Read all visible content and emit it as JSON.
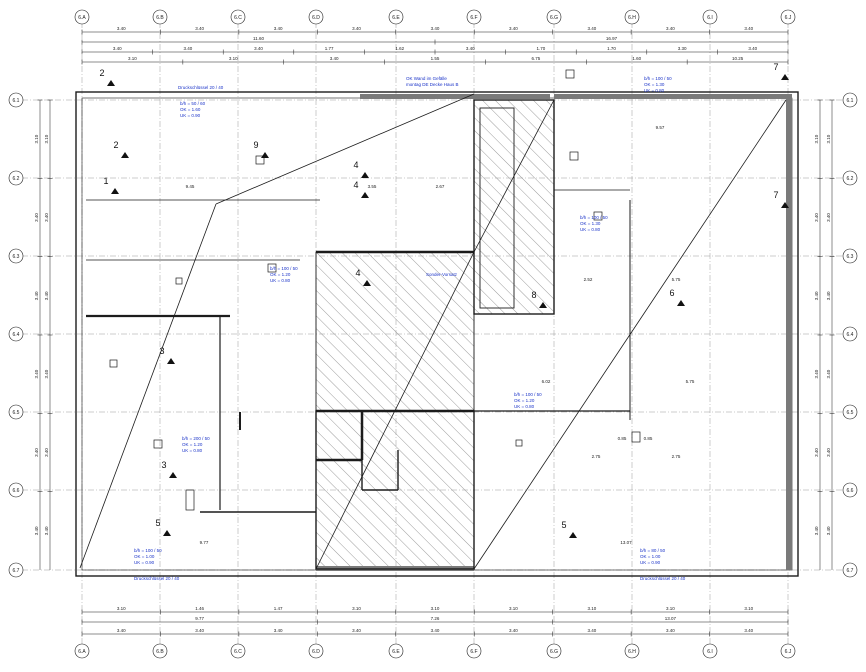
{
  "axes_x": [
    "6.A",
    "6.B",
    "6.C",
    "6.D",
    "6.E",
    "6.F",
    "6.G",
    "6.H",
    "6.I",
    "6.J"
  ],
  "axes_y": [
    "6.1",
    "6.2",
    "6.3",
    "6.4",
    "6.5",
    "6.6",
    "6.7"
  ],
  "dims_top_row1": [
    "3.40",
    "3.40",
    "3.40",
    "3.40",
    "3.40",
    "3.40",
    "3.40",
    "3.40",
    "3.40"
  ],
  "dims_top_row2": [
    "11.60",
    "16.97"
  ],
  "dims_top_row3": [
    "3.40",
    "3.40",
    "3.40",
    "1.77",
    "1.62",
    "3.40",
    "1.70",
    "1.70",
    "3.30",
    "3.40"
  ],
  "dims_top_row4": [
    "3.10",
    "3.10",
    "3.40",
    "1.55",
    "6.75",
    "1.60",
    "10.25"
  ],
  "dims_bottom_row1": [
    "3.10",
    "1.46",
    "1.47",
    "3.10",
    "3.10",
    "3.10",
    "3.10",
    "3.10",
    "3.10"
  ],
  "dims_bottom_row2": [
    "9.77",
    "7.26",
    "13.07"
  ],
  "dims_bottom_row3": [
    "3.40",
    "3.40",
    "3.40",
    "3.40",
    "3.40",
    "3.40",
    "3.40",
    "3.40",
    "3.40"
  ],
  "dims_left": [
    "3.10",
    "3.40",
    "3.40",
    "3.40",
    "3.40",
    "3.40"
  ],
  "interior_dims": [
    "9.45",
    "3.55",
    "2.67",
    "9.57",
    "6.02",
    "2.52",
    "5.75",
    "5.75",
    "2.75",
    "2.75",
    "0.85",
    "0.85",
    "9.77",
    "13.07"
  ],
  "room_numbers": [
    "2",
    "2",
    "1",
    "4",
    "4",
    "4",
    "3",
    "3",
    "5",
    "5",
    "6",
    "7",
    "7",
    "8",
    "9"
  ],
  "blue_labels": [
    "Druckschlüssel 20 / 40",
    "b/h = 50 / 60",
    "OK = 1.60",
    "UK = 0.90",
    "OK Wand im Gefälle",
    "montag DE Decke Haus B",
    "b/h = 100 / 50",
    "OK = 1.20",
    "UK = 0.80",
    "b/h = 100 / 50",
    "OK = 1.20",
    "UK = 0.80",
    "b/h = 100 / 50",
    "OK = 1.30",
    "UK = 0.80",
    "b/h = 200 / 50",
    "OK = 1.20",
    "UK = 0.80",
    "b/h = 100 / 50",
    "OK = 1.30",
    "UK = 0.80",
    "b/h = 100 / 50",
    "OK = 1.00",
    "UK = 0.90",
    "b/h = 80 / 50",
    "OK = 1.00",
    "UK = 0.90",
    "Druckschlüssel 20 / 40",
    "Druckschlüssel 20 / 40",
    "Sonder-Vorsatz"
  ],
  "colors": {
    "line": "#1c1c1c",
    "wall_fill": "#7a7a7a",
    "blue_text": "#1a33c8",
    "hatch": "#5a5a5a",
    "axis_line": "#9a9a9a"
  }
}
